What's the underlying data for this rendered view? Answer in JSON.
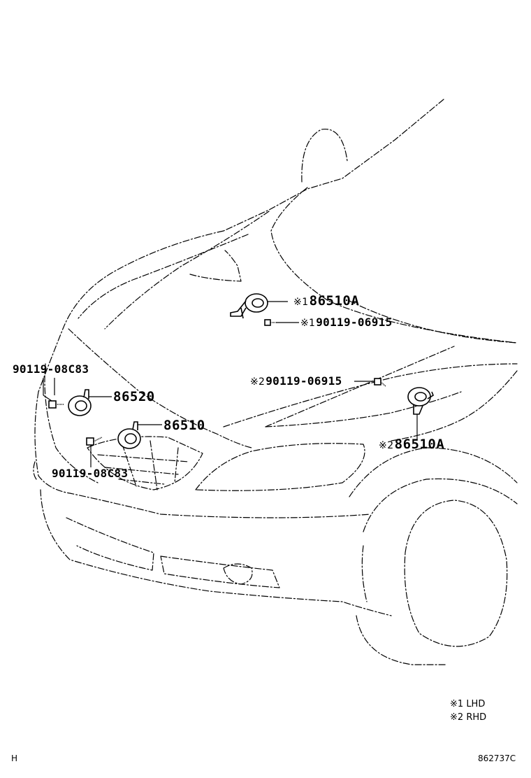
{
  "callouts": {
    "horn_lhd": {
      "mark": "※1",
      "part": "86510A"
    },
    "bolt_lhd": {
      "mark": "※1",
      "part": "90119-06915"
    },
    "bolt_rhd": {
      "mark": "※2",
      "part": "90119-06915"
    },
    "horn_rhd": {
      "mark": "※2",
      "part": "86510A"
    },
    "bolt_top_left": {
      "part": "90119-08C83"
    },
    "horn_low_tone": {
      "part": "86520"
    },
    "horn_high_tone": {
      "part": "86510"
    },
    "bolt_bottom_left": {
      "part": "90119-08C83"
    }
  },
  "legend": [
    {
      "mark": "※1",
      "text": "LHD"
    },
    {
      "mark": "※2",
      "text": "RHD"
    }
  ],
  "footer": {
    "left_code": "H",
    "figure_id": "862737C"
  }
}
